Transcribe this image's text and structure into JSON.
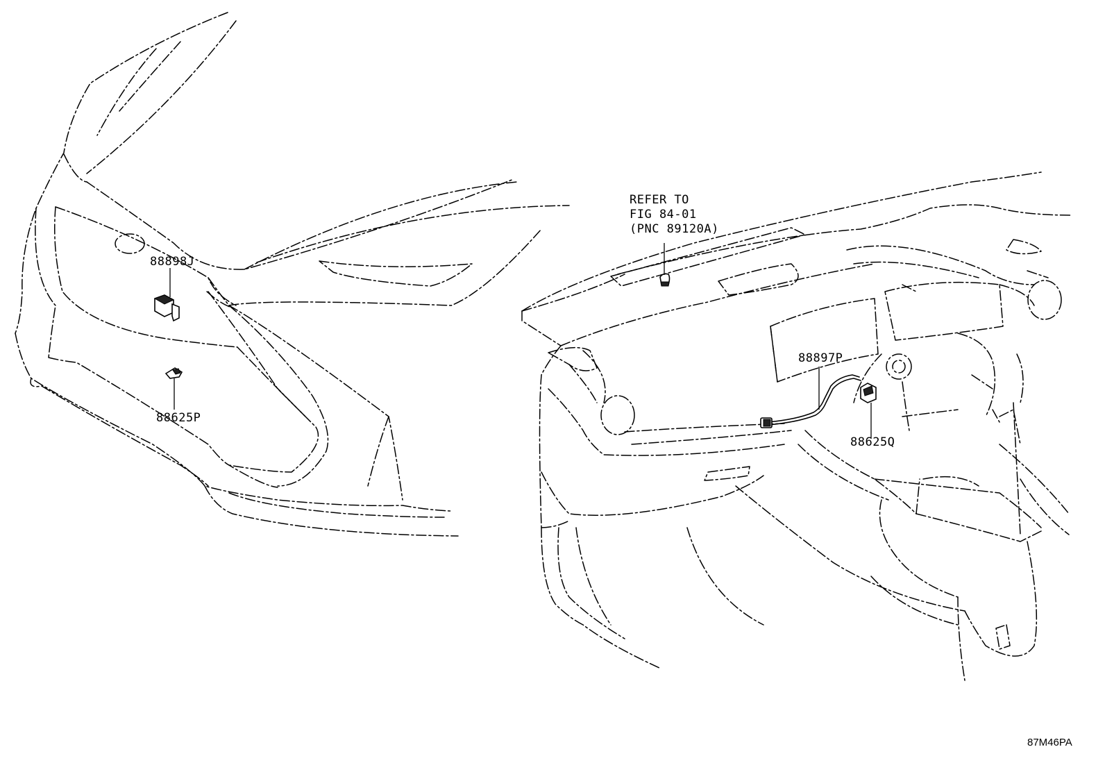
{
  "labels": {
    "part_88898j": "88898J",
    "part_88625p": "88625P",
    "part_88897p": "88897P",
    "part_88625q": "88625Q",
    "refer_line1": "REFER TO",
    "refer_line2": "FIG 84-01",
    "refer_line3": "(PNC 89120A)"
  },
  "diagram_code": "87M46PA"
}
